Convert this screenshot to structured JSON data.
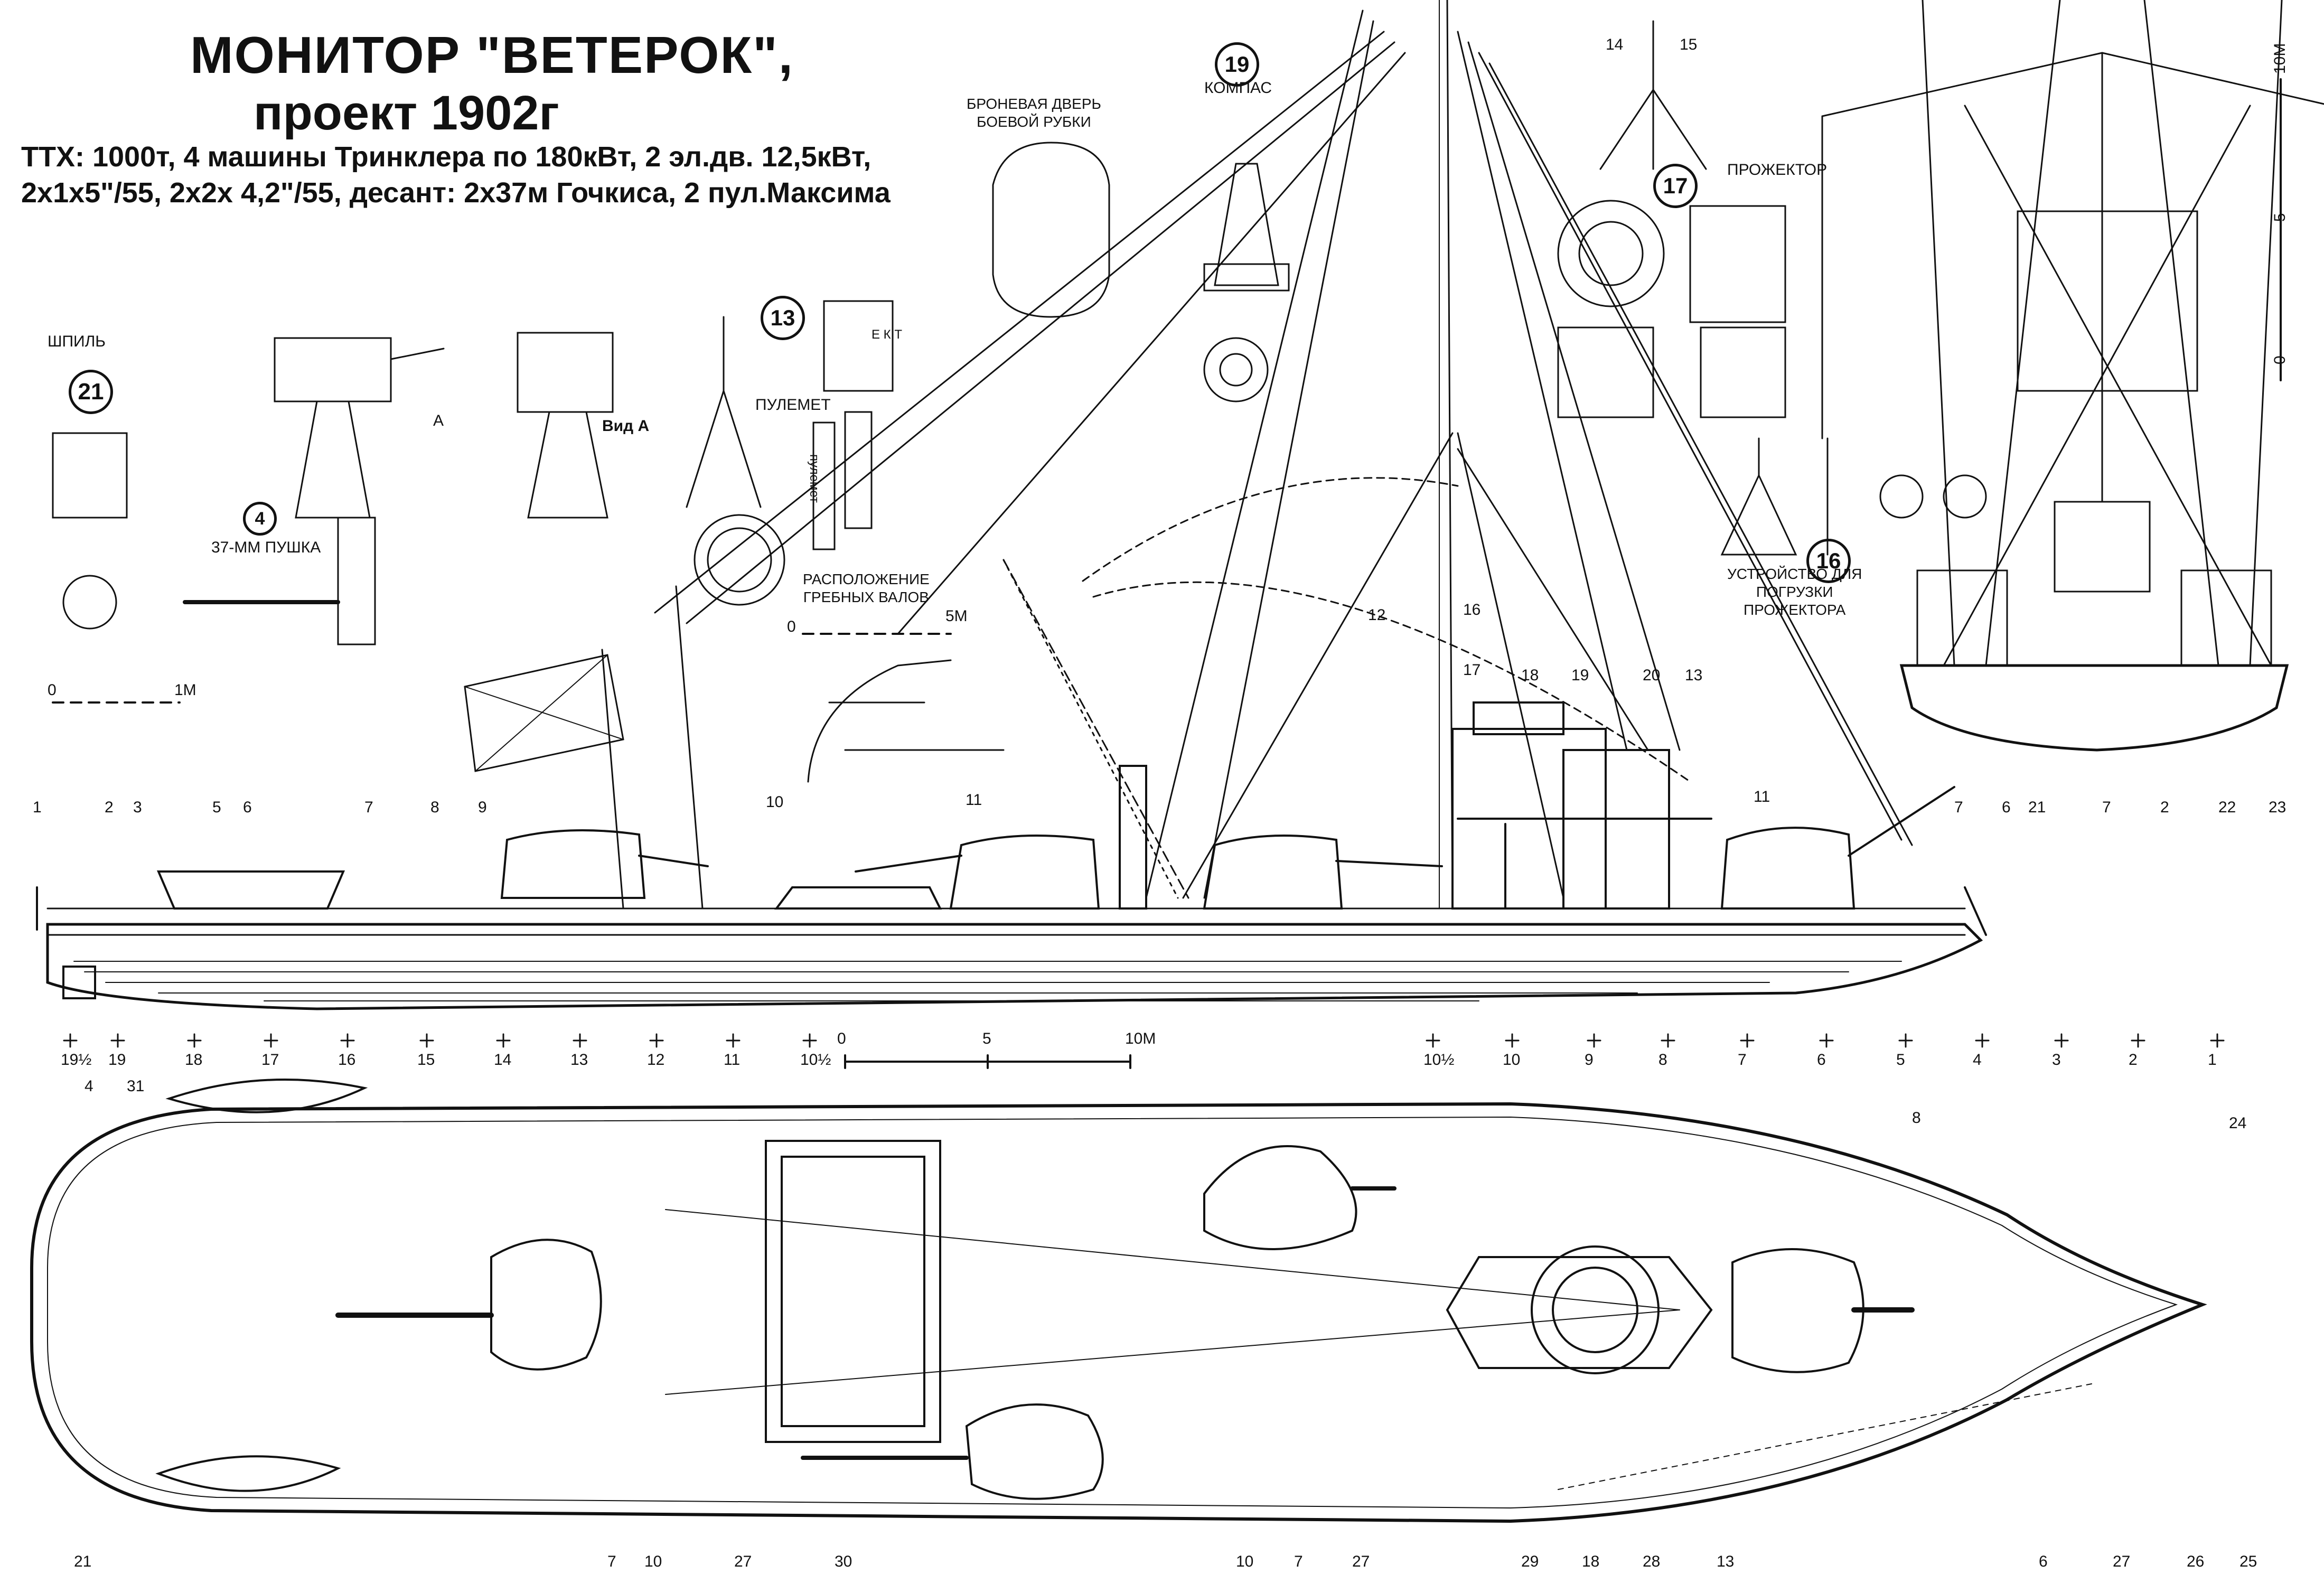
{
  "title": {
    "line1": "МОНИТОР \"ВЕТЕРОК\",",
    "line2": "проект 1902г"
  },
  "specs": [
    "ТТХ: 1000т, 4 машины Тринклера по 180кВт, 2 эл.дв. 12,5кВт,",
    "2х1х5\"/55, 2х2х 4,2\"/55, десант: 2х37м Гочкиса, 2 пул.Максима"
  ],
  "details": {
    "spil": "ШПИЛЬ",
    "gun37": "37-ММ ПУШКА",
    "vid_a": "Вид А",
    "arrow_a": "А",
    "pulemet": "ПУЛЕМЕТ",
    "pulemet_vertical": "пулемет",
    "shafts_line1": "РАСПОЛОЖЕНИЕ",
    "shafts_line2": "ГРЕБНЫХ ВАЛОВ",
    "armor_door_line1": "БРОНЕВАЯ ДВЕРЬ",
    "armor_door_line2": "БОЕВОЙ РУБКИ",
    "compass": "КОМПАС",
    "searchlight": "ПРОЖЕКТОР",
    "loading_line1": "УСТРОЙСТВО ДЛЯ",
    "loading_line2": "ПОГРУЗКИ",
    "loading_line3": "ПРОЖЕКТОРА",
    "ekt": "Е К Т"
  },
  "circled_numbers": [
    "21",
    "4",
    "13",
    "19",
    "17",
    "16"
  ],
  "scales": {
    "small": {
      "start": "0",
      "end": "1М"
    },
    "shafts": {
      "start": "0",
      "end": "5М"
    },
    "main": {
      "start": "0",
      "mid": "5",
      "end": "10М"
    },
    "vertical": {
      "start": "0",
      "mid": "5",
      "end": "10М"
    }
  },
  "side_view_callouts": [
    "1",
    "2",
    "3",
    "5",
    "6",
    "7",
    "8",
    "9",
    "10",
    "11",
    "12",
    "16",
    "17",
    "18",
    "19",
    "20",
    "13",
    "11",
    "7",
    "6",
    "21",
    "7",
    "2",
    "22",
    "23"
  ],
  "frame_numbers": [
    "19½",
    "19",
    "18",
    "17",
    "16",
    "15",
    "14",
    "13",
    "12",
    "11",
    "10½",
    "10½",
    "10",
    "9",
    "8",
    "7",
    "6",
    "5",
    "4",
    "3",
    "2",
    "1"
  ],
  "plan_callouts_top": [
    "4",
    "31",
    "8",
    "24"
  ],
  "plan_callouts_bottom": [
    "21",
    "7",
    "10",
    "27",
    "30",
    "10",
    "7",
    "27",
    "29",
    "18",
    "28",
    "13",
    "6",
    "27",
    "26",
    "25"
  ],
  "mast_callouts": [
    "14",
    "15"
  ],
  "colors": {
    "ink": "#111111",
    "paper": "#ffffff"
  }
}
